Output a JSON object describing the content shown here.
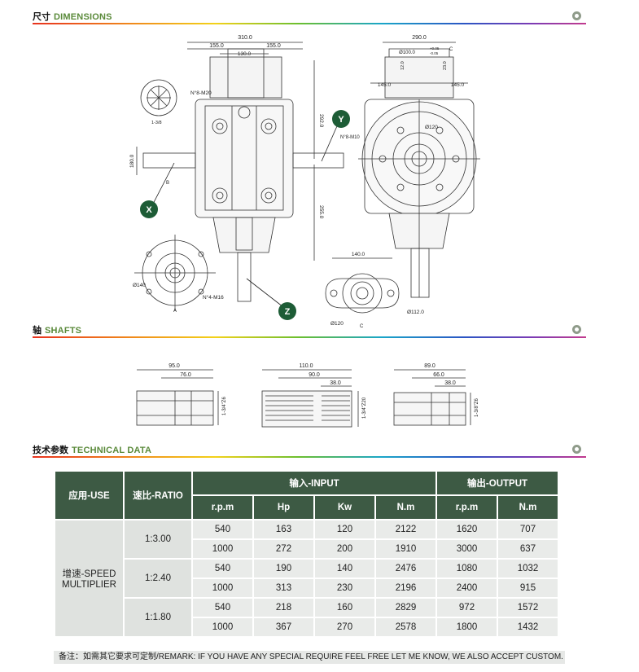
{
  "sections": {
    "dimensions": {
      "cn": "尺寸",
      "en": "DIMENSIONS"
    },
    "shafts": {
      "cn": "轴",
      "en": "SHAFTS"
    },
    "technical": {
      "cn": "技术参数",
      "en": "TECHNICAL DATA"
    }
  },
  "drawing": {
    "front": {
      "overall_width": "310.0",
      "half_left": "155.0",
      "half_right": "155.0",
      "flange": "130.0",
      "bolt_top": "N°8-M20",
      "height_upper": "292.0",
      "height_lower": "255.0",
      "left_height": "180.0",
      "arrow_b": "B",
      "shaft_small": "1-3/8",
      "bolt_bottom": "N°4-M16",
      "dia_bottom": "Ø140",
      "label_a": "A"
    },
    "side": {
      "overall_width": "290.0",
      "dia_top": "Ø100.0",
      "tol_top": "-0.05",
      "tol_top2": "+0.05",
      "left_dim": "145.0",
      "right_dim": "145.0",
      "dim_12": "12.0",
      "dim_23": "23.0",
      "dia_flange": "Ø120",
      "bolt": "N°8-M10",
      "arrow_c": "C"
    },
    "bottom": {
      "width": "140.0",
      "dia_shaft": "Ø112.0",
      "dia_base": "Ø120",
      "label_c": "C"
    },
    "markers": {
      "x": "X",
      "y": "Y",
      "z": "Z"
    }
  },
  "shafts": [
    {
      "total": "95.0",
      "mid": "76.0",
      "spec": "1-3/4\"Z6"
    },
    {
      "total": "110.0",
      "mid": "90.0",
      "short": "38.0",
      "spec": "1-3/4\"Z20"
    },
    {
      "total": "89.0",
      "mid": "66.0",
      "short": "38.0",
      "spec": "1-3/8\"Z6"
    }
  ],
  "table": {
    "head": {
      "use": "应用-USE",
      "ratio": "速比-RATIO",
      "input": "输入-INPUT",
      "output": "输出-OUTPUT"
    },
    "sub": {
      "in_rpm": "r.p.m",
      "in_hp": "Hp",
      "in_kw": "Kw",
      "in_nm": "N.m",
      "out_rpm": "r.p.m",
      "out_nm": "N.m"
    },
    "use_line1": "增速-SPEED",
    "use_line2": "MULTIPLIER",
    "ratios": [
      "1:3.00",
      "1:2.40",
      "1:1.80"
    ],
    "rows": [
      [
        "540",
        "163",
        "120",
        "2122",
        "1620",
        "707"
      ],
      [
        "1000",
        "272",
        "200",
        "1910",
        "3000",
        "637"
      ],
      [
        "540",
        "190",
        "140",
        "2476",
        "1080",
        "1032"
      ],
      [
        "1000",
        "313",
        "230",
        "2196",
        "2400",
        "915"
      ],
      [
        "540",
        "218",
        "160",
        "2829",
        "972",
        "1572"
      ],
      [
        "1000",
        "367",
        "270",
        "2578",
        "1800",
        "1432"
      ]
    ],
    "remark": "备注：如需其它要求可定制/REMARK: IF YOU HAVE ANY SPECIAL REQUIRE FEEL FREE LET ME KNOW, WE ALSO ACCEPT CUSTOM."
  }
}
